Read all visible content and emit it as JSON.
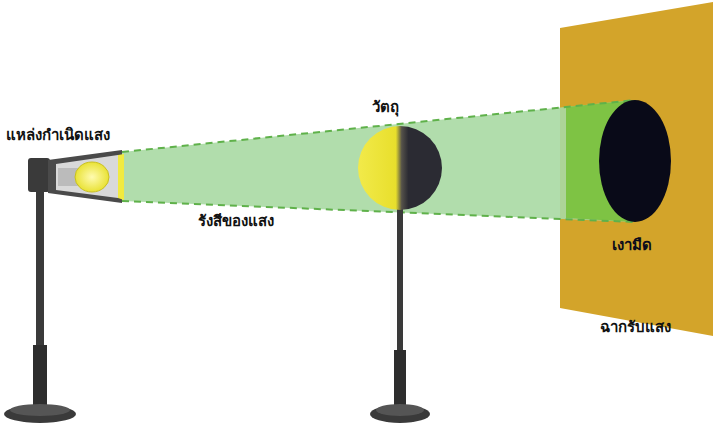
{
  "diagram": {
    "labels": [
      "แหล่งกำเนิดแสง",
      "วัตถุ",
      "รังสีของแสง",
      "เงามืด",
      "ฉากรับแสง"
    ]
  }
}
